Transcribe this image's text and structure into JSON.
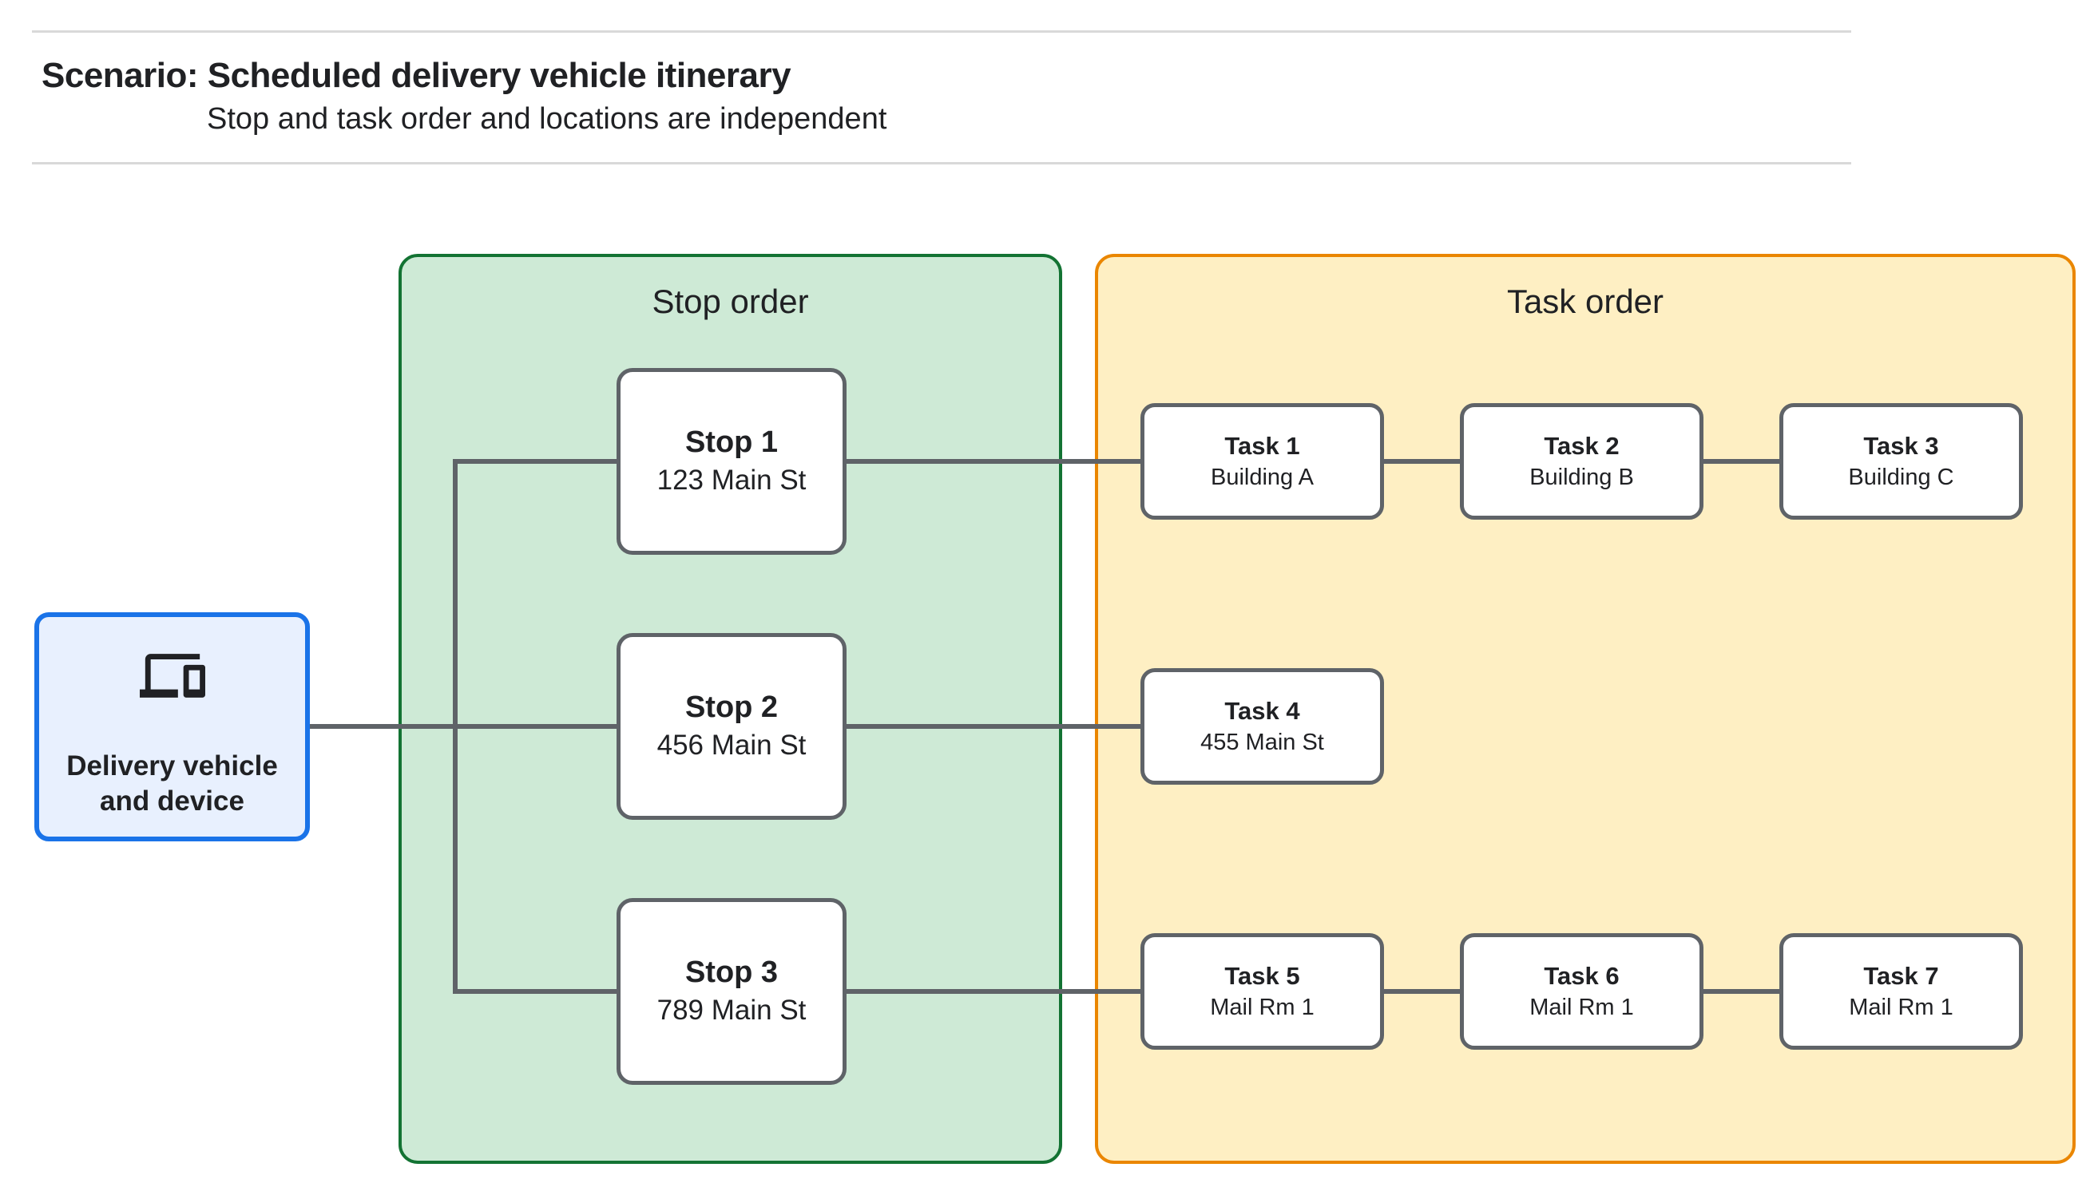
{
  "header": {
    "title": "Scenario: Scheduled delivery vehicle itinerary",
    "subtitle": "Stop and task order and locations are independent"
  },
  "source_node": {
    "label": "Delivery vehicle and device",
    "icon": "devices-icon"
  },
  "panels": {
    "stop_order": {
      "title": "Stop order",
      "fill": "#ceead6",
      "border": "#137333"
    },
    "task_order": {
      "title": "Task order",
      "fill": "#feefc3",
      "border": "#ea8600"
    }
  },
  "stops": [
    {
      "title": "Stop 1",
      "subtitle": "123 Main St"
    },
    {
      "title": "Stop 2",
      "subtitle": "456 Main St"
    },
    {
      "title": "Stop 3",
      "subtitle": "789 Main St"
    }
  ],
  "tasks": [
    {
      "title": "Task 1",
      "subtitle": "Building A"
    },
    {
      "title": "Task 2",
      "subtitle": "Building B"
    },
    {
      "title": "Task 3",
      "subtitle": "Building C"
    },
    {
      "title": "Task 4",
      "subtitle": "455 Main St"
    },
    {
      "title": "Task 5",
      "subtitle": "Mail Rm 1"
    },
    {
      "title": "Task 6",
      "subtitle": "Mail Rm 1"
    },
    {
      "title": "Task 7",
      "subtitle": "Mail Rm 1"
    }
  ],
  "connections": [
    {
      "from": "delivery-vehicle",
      "to": "stop-1"
    },
    {
      "from": "delivery-vehicle",
      "to": "stop-2"
    },
    {
      "from": "delivery-vehicle",
      "to": "stop-3"
    },
    {
      "from": "stop-1",
      "to": "task-1"
    },
    {
      "from": "task-1",
      "to": "task-2"
    },
    {
      "from": "task-2",
      "to": "task-3"
    },
    {
      "from": "stop-2",
      "to": "task-4"
    },
    {
      "from": "stop-3",
      "to": "task-5"
    },
    {
      "from": "task-5",
      "to": "task-6"
    },
    {
      "from": "task-6",
      "to": "task-7"
    }
  ],
  "colors": {
    "source_fill": "#e8f0fe",
    "source_border": "#1a73e8",
    "node_fill": "#ffffff",
    "node_border": "#5f6368",
    "connector": "#5f6368",
    "text": "#202124",
    "divider": "#d9d9d9"
  }
}
